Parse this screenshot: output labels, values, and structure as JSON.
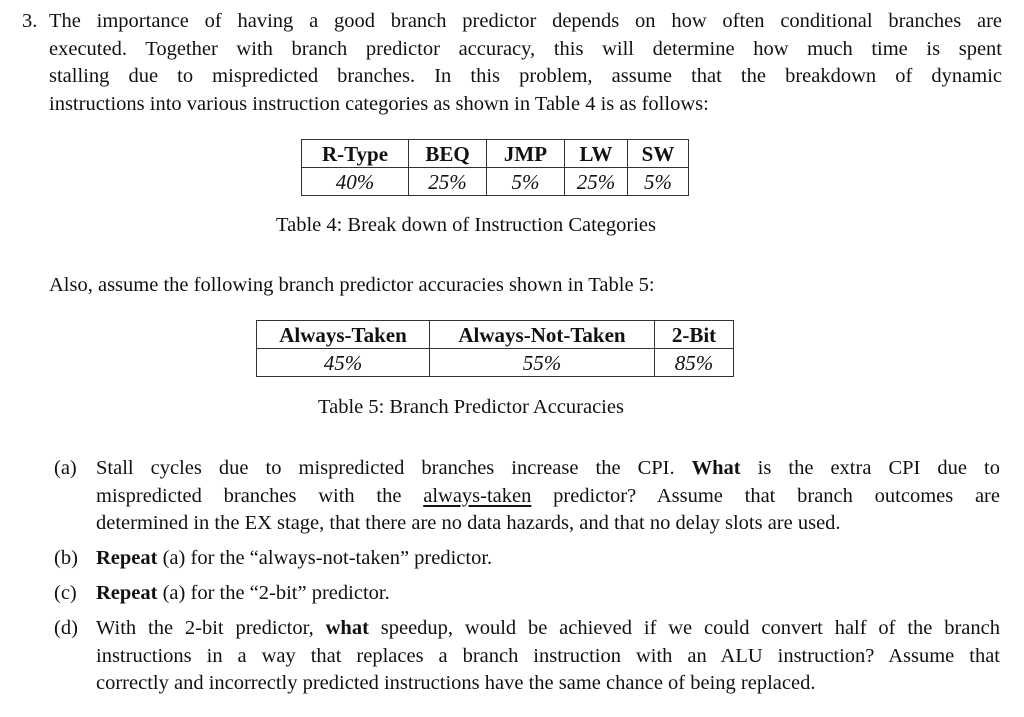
{
  "problem": {
    "number": "3.",
    "intro_lines": [
      "The importance of having a good branch predictor depends on how often conditional branches are",
      "executed.  Together with branch predictor accuracy, this will determine how much time is spent",
      "stalling due to mispredicted branches.  In this problem, assume that the breakdown of dynamic",
      "instructions into various instruction categories as shown in Table 4 is as follows:"
    ]
  },
  "table4": {
    "headers": [
      "R-Type",
      "BEQ",
      "JMP",
      "LW",
      "SW"
    ],
    "values": [
      "40%",
      "25%",
      "5%",
      "25%",
      "5%"
    ],
    "caption": "Table 4: Break down of Instruction Categories"
  },
  "mid_paragraph": "Also, assume the following branch predictor accuracies shown in Table 5:",
  "table5": {
    "headers": [
      "Always-Taken",
      "Always-Not-Taken",
      "2-Bit"
    ],
    "values": [
      "45%",
      "55%",
      "85%"
    ],
    "caption": "Table 5: Branch Predictor Accuracies"
  },
  "questions": {
    "a": {
      "label": "(a)",
      "line1_pre": "Stall cycles due to mispredicted branches increase the CPI. ",
      "line1_bold": "What",
      "line1_post": " is the extra CPI due to",
      "line2_pre": "mispredicted branches with the ",
      "line2_underline": "always-taken",
      "line2_post": " predictor?  Assume that branch outcomes are",
      "line3": "determined in the EX stage, that there are no data hazards, and that no delay slots are used."
    },
    "b": {
      "label": "(b)",
      "bold": "Repeat",
      "rest": " (a) for the “always-not-taken” predictor."
    },
    "c": {
      "label": "(c)",
      "bold": "Repeat",
      "rest": " (a) for the “2-bit” predictor."
    },
    "d": {
      "label": "(d)",
      "line1_pre": "With the 2-bit predictor, ",
      "line1_bold": "what",
      "line1_post": " speedup, would be achieved if we could convert half of the branch",
      "line2": "instructions in a way that replaces a branch instruction with an ALU instruction?  Assume that",
      "line3": "correctly and incorrectly predicted instructions have the same chance of being replaced."
    }
  }
}
